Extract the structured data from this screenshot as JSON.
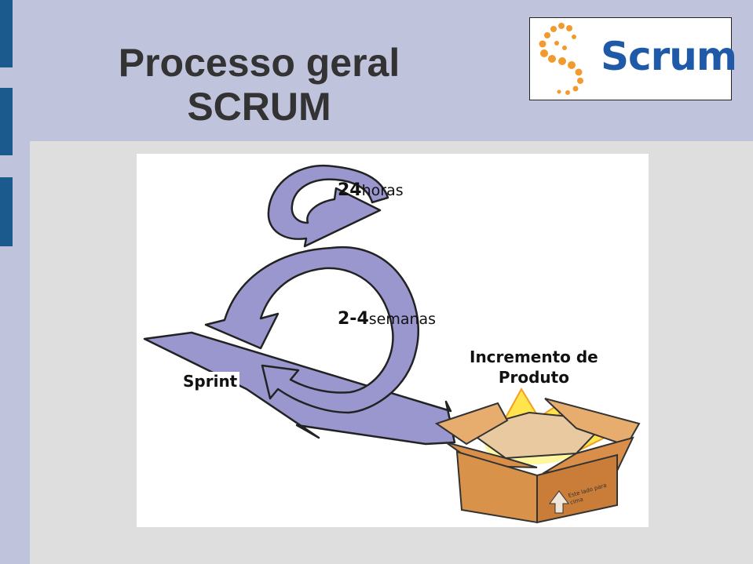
{
  "slide": {
    "title_line1": "Processo geral",
    "title_line2": "SCRUM"
  },
  "logo": {
    "text": "Scrum",
    "brand_color": "#1f5aa8",
    "accent_color": "#f29a2e"
  },
  "diagram": {
    "daily": {
      "number": "24",
      "unit": "horas"
    },
    "sprint_length": {
      "number": "2-4",
      "unit": "semanas"
    },
    "sprint_label": "Sprint",
    "increment_line1": "Incremento de",
    "increment_line2": "Produto",
    "box_print": "Este lado para cima",
    "arrow_color": "#9a97cf",
    "box_color": "#d9924a"
  },
  "colors": {
    "background": "#bfc3dc",
    "panel": "#dedede",
    "left_bar": "#1a5a8c"
  }
}
